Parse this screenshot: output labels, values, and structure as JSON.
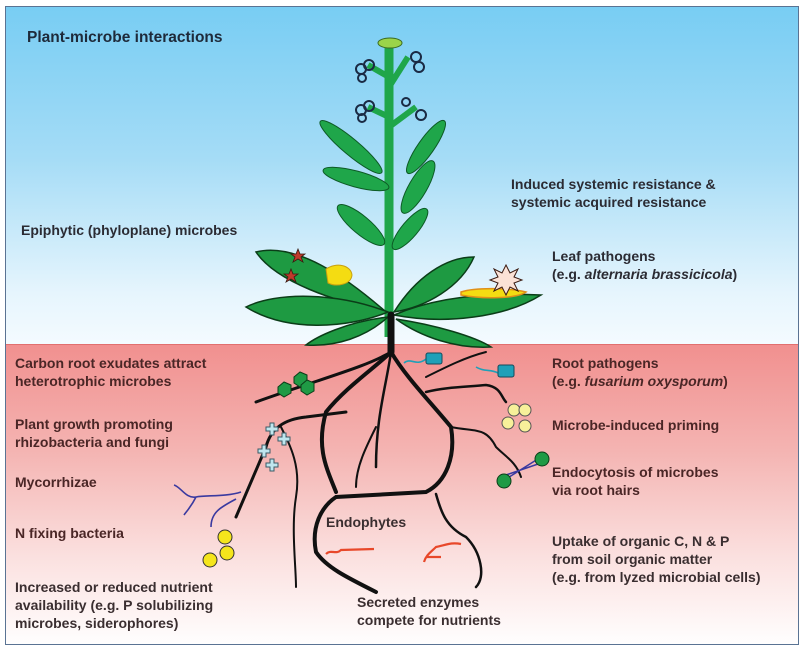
{
  "title": "Plant-microbe interactions",
  "labels": {
    "epiphytic": "Epiphytic (phyloplane) microbes",
    "isr_line1": "Induced systemic resistance &",
    "isr_line2": "systemic acquired resistance",
    "leaf_pathogens_line1": "Leaf pathogens",
    "leaf_pathogens_prefix": "(e.g. ",
    "leaf_pathogens_species": "alternaria brassicicola",
    "leaf_pathogens_suffix": ")",
    "carbon_line1": "Carbon root exudates attract",
    "carbon_line2": "heterotrophic microbes",
    "pgp_line1": "Plant growth promoting",
    "pgp_line2": "rhizobacteria and fungi",
    "mycorrhizae": "Mycorrhizae",
    "n_fixing": "N fixing bacteria",
    "nutrient_line1": "Increased or reduced nutrient",
    "nutrient_line2": "availability (e.g. P solubilizing",
    "nutrient_line3": "microbes, siderophores)",
    "root_pathogens_line1": "Root pathogens",
    "root_pathogens_prefix": "(e.g. ",
    "root_pathogens_species": "fusarium oxysporum",
    "root_pathogens_suffix": ")",
    "priming": "Microbe-induced priming",
    "endocytosis_line1": "Endocytosis of microbes",
    "endocytosis_line2": "via root hairs",
    "endophytes": "Endophytes",
    "uptake_line1": "Uptake of organic C, N & P",
    "uptake_line2": "from soil organic matter",
    "uptake_line3": "(e.g. from lyzed microbial cells)",
    "enzymes_line1": "Secreted enzymes",
    "enzymes_line2": "compete for nutrients"
  },
  "colors": {
    "plant_green": "#1fa64a",
    "leaf_green": "#1e9a42",
    "root": "#111111",
    "hexagon_microbe": "#1f9a45",
    "cross_microbe": "#bfe6ee",
    "yellow_microbe": "#f5e51c",
    "priming_microbe": "#f7f09a",
    "pathogen_box": "#1fa0b8",
    "mycorrhizae": "#3a3aa0",
    "enzyme": "#e8482a",
    "lesion": "#f4dc12",
    "star": "#c0392b"
  }
}
